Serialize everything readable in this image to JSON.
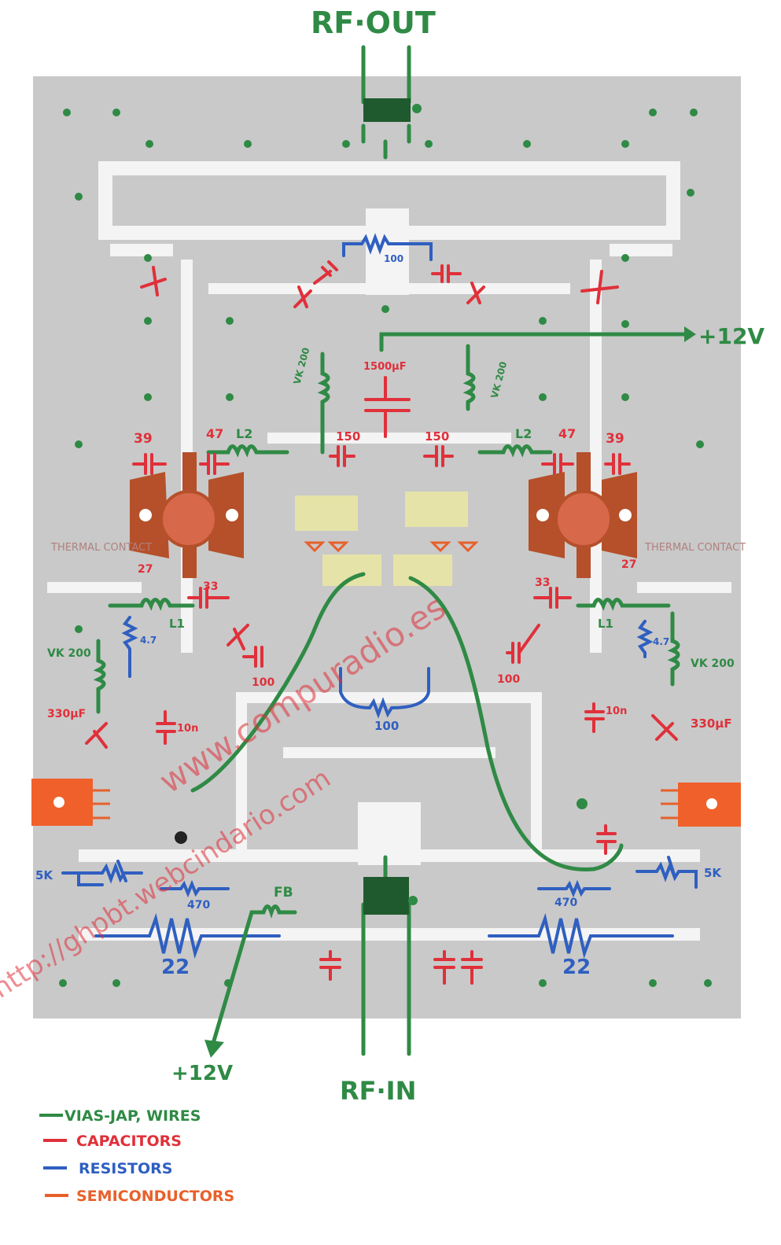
{
  "title": "RF amplifier PCB component layout",
  "ports": {
    "rf_out": "RF·OUT",
    "rf_in": "RF·IN",
    "supply_right": "+12V",
    "supply_bottom": "+12V"
  },
  "components": {
    "top_resistor": "100",
    "electrolytic": "1500μF",
    "choke_left": "VK 200",
    "choke_right": "VK 200",
    "cap_left_150": "150",
    "cap_right_150": "150",
    "inductor_l2_left": "L2",
    "inductor_l2_right": "L2",
    "cap_47_left": "47",
    "cap_47_right": "47",
    "cap_39_left": "39",
    "cap_39_right": "39",
    "thermal_left": "THERMAL CONTACT",
    "thermal_right": "THERMAL CONTACT",
    "cap_27_left": "27",
    "cap_27_right": "27",
    "cap_33_left": "33",
    "cap_33_right": "33",
    "inductor_l1_left": "L1",
    "inductor_l1_right": "L1",
    "res_47_left": "4.7",
    "res_47_right": "4.7",
    "choke_bottom_left": "VK 200",
    "choke_bottom_right": "VK 200",
    "cap_100_left": "100",
    "cap_100_right": "100",
    "mid_resistor": "100",
    "cap_330_left": "330μF",
    "cap_330_right": "330μF",
    "cap_10n_left": "10n",
    "cap_10n_right": "10n",
    "pot_left": "5K",
    "pot_right": "5K",
    "res_470_left": "470",
    "res_470_right": "470",
    "res_22_left": "22",
    "res_22_right": "22",
    "ferrite": "FB"
  },
  "legend": [
    {
      "label": "VIAS-JAP, WIRES",
      "color": "#2f8a45"
    },
    {
      "label": "CAPACITORS",
      "color": "#e0303a"
    },
    {
      "label": "RESISTORS",
      "color": "#2f5fc0"
    },
    {
      "label": "SEMICONDUCTORS",
      "color": "#e8602a"
    }
  ],
  "watermark": {
    "line1": "http://ghpbt.webcindario.com",
    "line2": "www.compuradio.es"
  }
}
